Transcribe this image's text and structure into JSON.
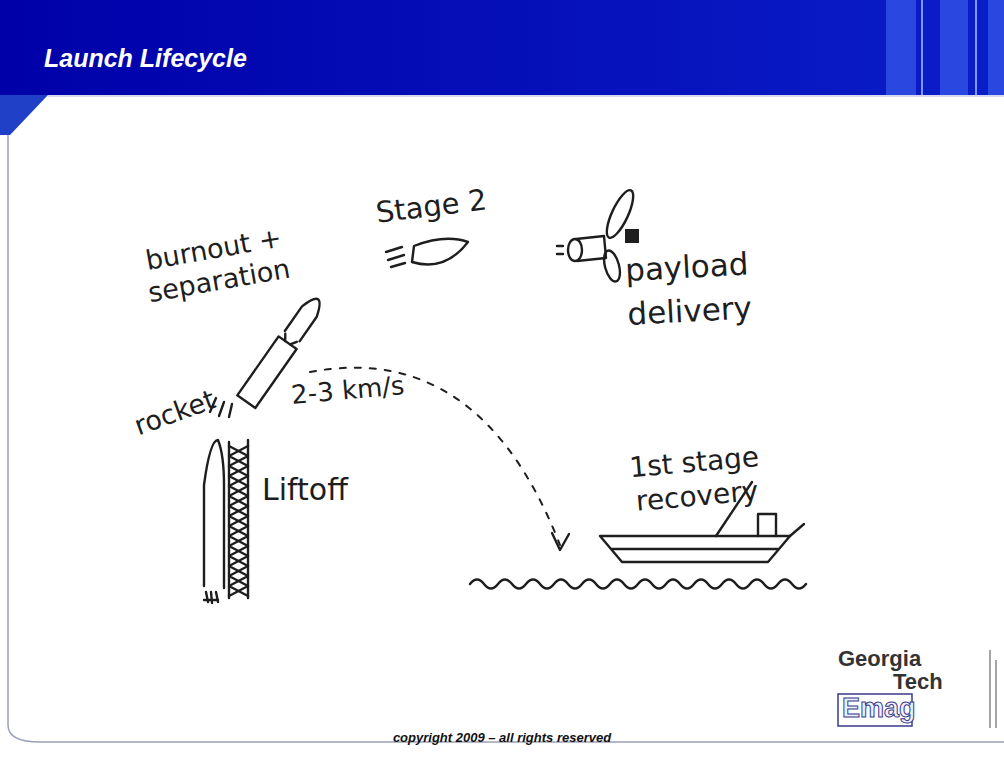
{
  "diagram": {
    "title": "Launch Lifecycle",
    "labels": [
      "burnout + separation",
      "Stage 2",
      "payload delivery",
      "rocket",
      "2-3 km/s",
      "Liftoff",
      "1st stage recovery",
      "copyright 2009 – all rights reserved",
      "Georgia",
      "Tech",
      "Emag"
    ]
  }
}
